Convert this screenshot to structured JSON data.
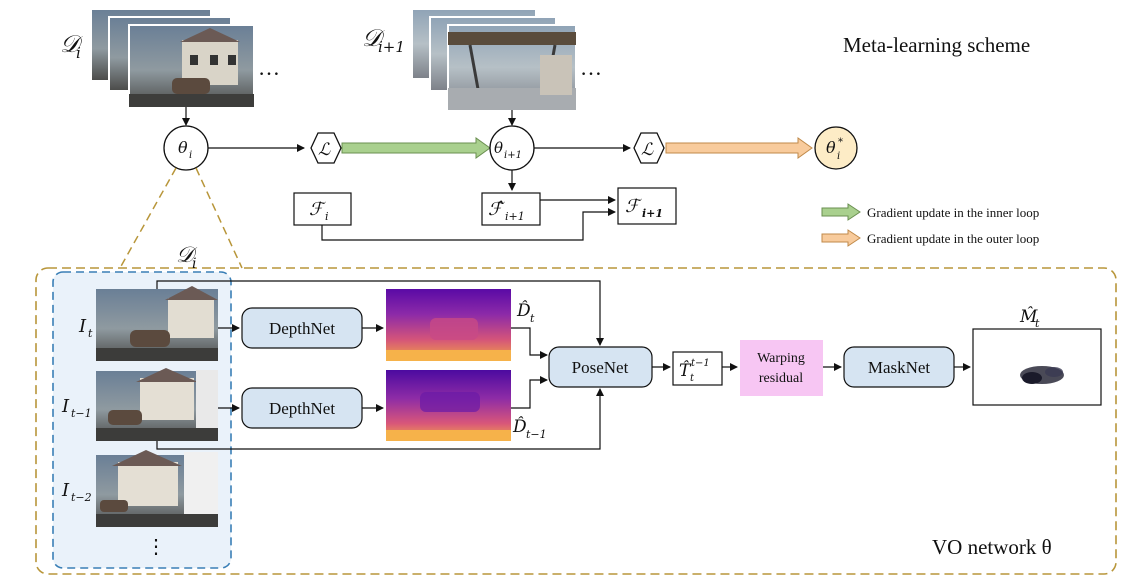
{
  "header": {
    "title": "Meta-learning scheme"
  },
  "datasets": {
    "di_label": "𝒟",
    "di_sub": "i",
    "di1_label": "𝒟",
    "di1_sub": "i+1",
    "ellipsis": "…",
    "vo_di_label": "𝒟",
    "vo_di_sub": "i"
  },
  "meta_nodes": {
    "theta_i": "θ",
    "theta_i_sub": "i",
    "theta_i1": "θ",
    "theta_i1_sub": "i+1",
    "theta_star": "θ",
    "theta_star_sub": "i",
    "theta_star_sup": "*",
    "loss1": "ℒ",
    "loss2": "ℒ"
  },
  "features": {
    "fi": "ℱ",
    "fi_sub": "i",
    "fhat": "ℱ̂",
    "fhat_sub": "i+1",
    "fi1": "ℱ",
    "fi1_sub": "i+1"
  },
  "legend": {
    "inner": "Gradient update in the inner loop",
    "outer": "Gradient update in the outer loop",
    "inner_color": "#a9d08e",
    "outer_color": "#f8cb9c"
  },
  "frames": {
    "it": "I",
    "it_sub": "t",
    "it1": "I",
    "it1_sub": "t−1",
    "it2": "I",
    "it2_sub": "t−2",
    "vdots": "⋮"
  },
  "modules": {
    "depthnet1": "DepthNet",
    "depthnet2": "DepthNet",
    "posenet": "PoseNet",
    "warp_line1": "Warping",
    "warp_line2": "residual",
    "masknet": "MaskNet",
    "module_color": "#d6e4f2",
    "warp_color": "#f7c6f3"
  },
  "outputs": {
    "dt": "D̂",
    "dt_sub": "t",
    "dt1": "D̂",
    "dt1_sub": "t−1",
    "pose": "T̂",
    "pose_sub": "t",
    "pose_sup": "t−1",
    "mask": "M̂",
    "mask_sub": "t"
  },
  "vo": {
    "label": "VO network θ",
    "border_color": "#b8963a",
    "dash_blue": "#3a7fb6"
  }
}
